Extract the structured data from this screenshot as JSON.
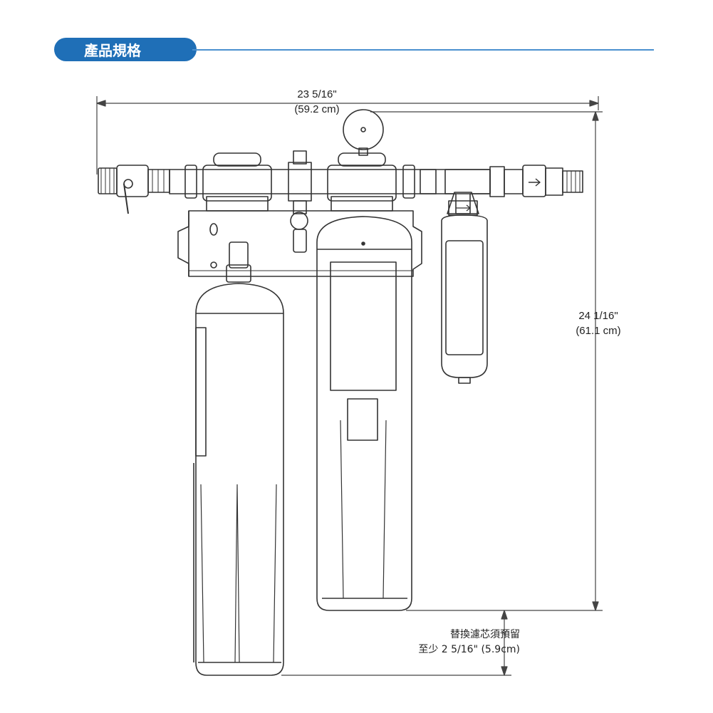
{
  "header": {
    "title": "產品規格"
  },
  "dimensions": {
    "width": {
      "imperial": "23 5/16\"",
      "metric": "(59.2 cm)"
    },
    "height": {
      "imperial": "24 1/16\"",
      "metric": "(61.1 cm)"
    },
    "clearance": {
      "title": "替換濾芯須預留",
      "value": "至少  2 5/16\" (5.9cm)"
    }
  },
  "colors": {
    "accent": "#1f6fb7",
    "line": "#4a90cf",
    "drawing": "#333333"
  }
}
